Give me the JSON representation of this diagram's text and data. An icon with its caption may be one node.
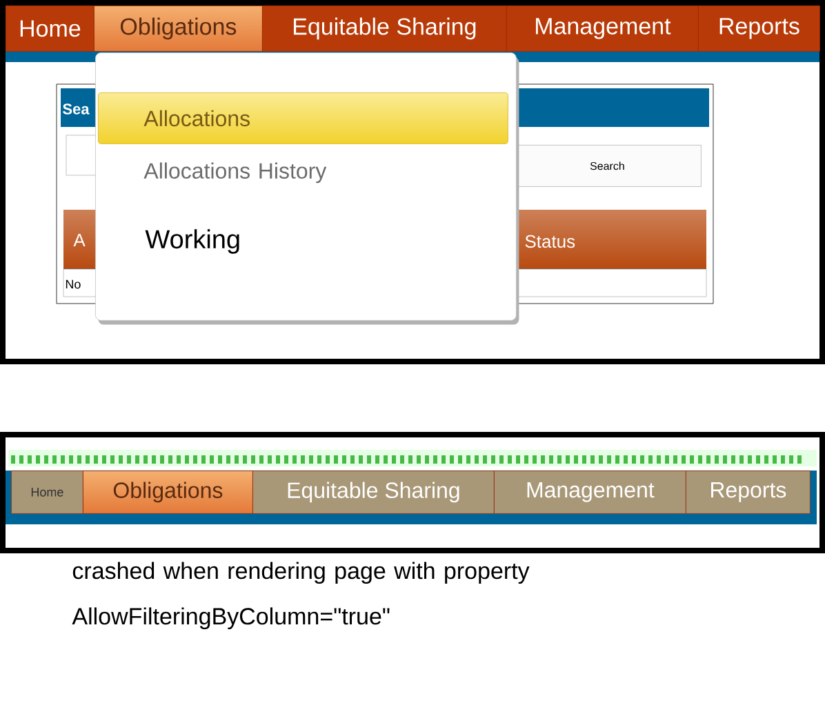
{
  "diagram": {
    "caption": "crashed when rendering page with property AllowFilteringByColumn=\"true\"",
    "nodes": [
      {
        "text": [
          "Home"
        ]
      },
      {
        "text": [
          "Obligations"
        ]
      },
      {
        "text": [
          "Equitable Sharing"
        ]
      },
      {
        "text": [
          "Management"
        ]
      },
      {
        "text": [
          "Reports"
        ]
      },
      {
        "text": [],
        "shape": "box"
      },
      {
        "text": [
          "Allocations"
        ],
        "in": 5
      },
      {
        "text": [
          "Allocations History"
        ],
        "in": 5
      },
      {
        "text": [
          "Search"
        ]
      },
      {
        "text": [
          "Home"
        ]
      },
      {
        "text": [
          "Obligations"
        ]
      },
      {
        "text": [
          "Equitable Sharing"
        ]
      },
      {
        "text": [
          "Management"
        ]
      },
      {
        "text": [
          "Reports"
        ]
      }
    ],
    "labels": [
      "Working",
      "Sea",
      "A",
      "Status",
      "No"
    ]
  }
}
